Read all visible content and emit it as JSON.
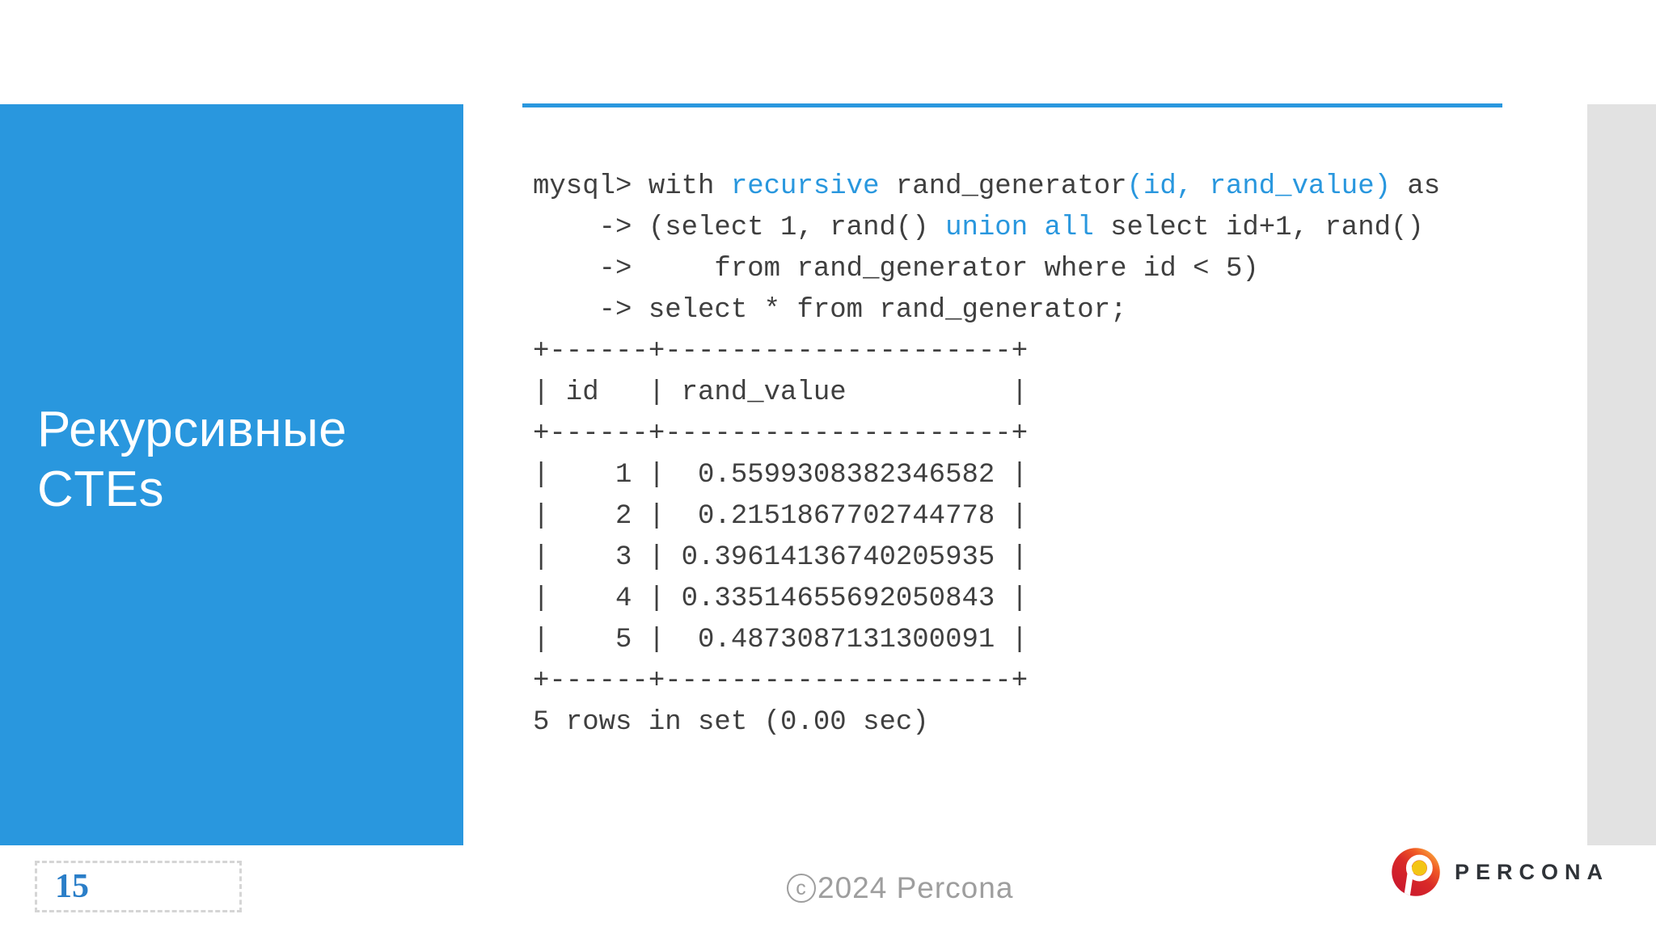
{
  "slide": {
    "title_lines": [
      "Рекурсивные",
      "CTEs"
    ],
    "page_number": "15",
    "copyright_symbol": "c",
    "copyright_text": "2024 Percona",
    "brand": "PERCONA"
  },
  "colors": {
    "accent": "#2997DE",
    "code-text": "#3F3F3F",
    "keyword": "#2997DE",
    "gray-strip": "#E2E2E2",
    "dash-border": "#D5D5D5",
    "page-num": "#2A7EC8",
    "copyright": "#9E9E9E",
    "brand-dark": "#2F3338",
    "logo-red": "#C51230",
    "logo-orange": "#F58220",
    "logo-yellow": "#F3C515"
  },
  "code": {
    "lines": [
      [
        {
          "t": "mysql> with "
        },
        {
          "t": "recursive",
          "s": "kw"
        },
        {
          "t": " rand_generator"
        },
        {
          "t": "(id, rand_value)",
          "s": "kw"
        },
        {
          "t": " as"
        }
      ],
      [
        {
          "t": "    -> (select 1, rand() "
        },
        {
          "t": "union all",
          "s": "kw"
        },
        {
          "t": " select id+1, rand()"
        }
      ],
      [
        {
          "t": "    ->     from rand_generator where id < 5)"
        }
      ],
      [
        {
          "t": "    -> select * from rand_generator;"
        }
      ],
      [
        {
          "t": "+------+---------------------+"
        }
      ],
      [
        {
          "t": "| id   | rand_value          |"
        }
      ],
      [
        {
          "t": "+------+---------------------+"
        }
      ],
      [
        {
          "t": "|    1 |  0.5599308382346582 |"
        }
      ],
      [
        {
          "t": "|    2 |  0.2151867702744778 |"
        }
      ],
      [
        {
          "t": "|    3 | 0.39614136740205935 |"
        }
      ],
      [
        {
          "t": "|    4 | 0.33514655692050843 |"
        }
      ],
      [
        {
          "t": "|    5 |  0.4873087131300091 |"
        }
      ],
      [
        {
          "t": "+------+---------------------+"
        }
      ],
      [
        {
          "t": "5 rows in set (0.00 sec)"
        }
      ]
    ]
  },
  "result_table": {
    "columns": [
      "id",
      "rand_value"
    ],
    "rows": [
      [
        "1",
        "0.5599308382346582"
      ],
      [
        "2",
        "0.2151867702744778"
      ],
      [
        "3",
        "0.39614136740205935"
      ],
      [
        "4",
        "0.33514655692050843"
      ],
      [
        "5",
        "0.4873087131300091"
      ]
    ],
    "status": "5 rows in set (0.00 sec)"
  }
}
